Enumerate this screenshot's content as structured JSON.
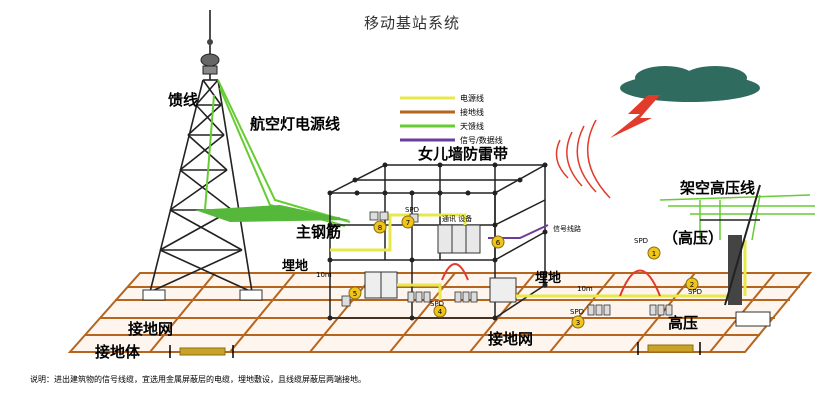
{
  "title": "移动基站系统",
  "legend": [
    {
      "label": "电源线",
      "color": "#e8e84a"
    },
    {
      "label": "接地线",
      "color": "#b5651d"
    },
    {
      "label": "天馈线",
      "color": "#66cc33"
    },
    {
      "label": "信号/数据线",
      "color": "#6a3d9a"
    }
  ],
  "labels": {
    "feeder": "馈线",
    "nav_light_power": "航空灯电源线",
    "parapet_lightning_belt": "女儿墙防雷带",
    "overhead_hv_line": "架空高压线",
    "hv_paren": "（高压）",
    "main_rebar": "主钢筋",
    "buried_left": "埋地",
    "buried_left_dist": "10m",
    "buried_right": "埋地",
    "buried_right_dist": "10m",
    "ground_net_left": "接地网",
    "ground_body": "接地体",
    "ground_net_right": "接地网",
    "high_voltage": "高压",
    "signal_line": "信号线路",
    "comm_equipment": "通讯 设备",
    "spd": "SPD"
  },
  "spd_numbers": [
    "1",
    "2",
    "3",
    "4",
    "5",
    "6",
    "7",
    "8"
  ],
  "note": "说明：进出建筑物的信号线缆，宜选用金属屏蔽层的电缆，埋地敷设，且线缆屏蔽层两端接地。",
  "colors": {
    "ground": "#b5651d",
    "power": "#e8e84a",
    "feeder": "#66cc33",
    "signal": "#6a3d9a",
    "lightning": "#e23b2b",
    "cloud": "#2f6b5e",
    "tower": "#222222"
  }
}
